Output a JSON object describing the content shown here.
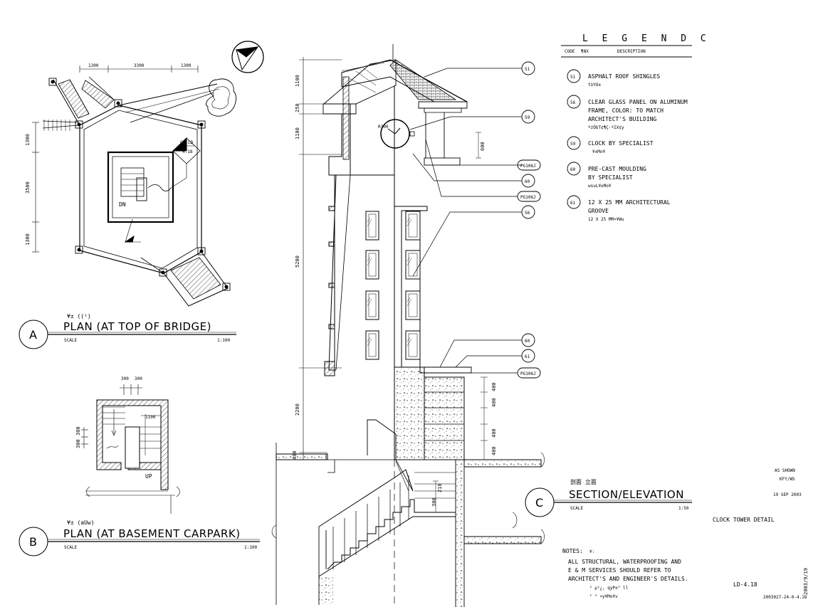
{
  "legend": {
    "title": "L E G E N D    C",
    "col_code": "CODE",
    "col_code2": "¶NX",
    "col_desc": "DESCRIPTION",
    "items": [
      {
        "code": "51",
        "lines": [
          "ASPHALT ROOF SHINGLES",
          "tòYO±"
        ]
      },
      {
        "code": "56",
        "lines": [
          "CLEAR GLASS PANEL ON ALUMINUM",
          "FRAME, COLOR: TO MATCH",
          "ARCHITECT'S BUILDING",
          "ºżÒbT¢¶Ç·ºIX¢y"
        ]
      },
      {
        "code": "59",
        "lines": [
          "CLOCK BY SPECIALIST",
          "¥±Mo¥"
        ]
      },
      {
        "code": "60",
        "lines": [
          "PRE-CAST MOULDING",
          "BY SPECIALIST",
          "wsuL¥±Mo¥"
        ]
      },
      {
        "code": "61",
        "lines": [
          "12 X 25 MM ARCHITECTURAL",
          "GROOVE",
          "12 X 25 MM¤¥Wu"
        ]
      }
    ]
  },
  "planA": {
    "bubble": "A",
    "sub": "¥± ((¹)",
    "title": "PLAN (AT TOP OF BRIDGE)",
    "scale_label": "SCALE",
    "scale": "1:100",
    "dims_top": [
      "1300",
      "3300",
      "1300"
    ],
    "dims_left": [
      "1300",
      "3500",
      "1300"
    ],
    "tag_top": "C",
    "tag_mid": "LD",
    "tag_bot": "4.18",
    "dn": "DN"
  },
  "planB": {
    "bubble": "B",
    "sub": "¥± (aUw)",
    "title": "PLAN (AT BASEMENT CARPARK)",
    "scale_label": "SCALE",
    "scale": "1:100",
    "dims_top": [
      "300",
      "300"
    ],
    "dim_1100": "1100",
    "dims_left": [
      "300",
      "300"
    ],
    "up": "UP"
  },
  "section": {
    "bubble": "C",
    "sub": "剖面  立面",
    "title": "SECTION/ELEVATION",
    "scale_label": "SCALE",
    "scale": "1:50",
    "dims_left": [
      "1100",
      "250",
      "1100",
      "5200",
      "2200",
      "400"
    ],
    "dims_right": [
      "400",
      "400",
      "400",
      "400"
    ],
    "dim_600": "600",
    "dim_210": "210",
    "dim_300": "300",
    "clock_label": "R300",
    "callouts": [
      "51",
      "59",
      "PG106J",
      "60",
      "PG106J",
      "56",
      "60",
      "61",
      "PG106J"
    ]
  },
  "notes": {
    "title": "NOTES:",
    "suffix": "¥:",
    "lines": [
      "ALL STRUCTURAL, WATERPROOFING AND",
      "E & M SERVICES SHOULD REFER TO",
      "ARCHITECT'S AND ENGINEER'S DETAILS."
    ],
    "garbled": [
      "² µ²¿, qyP±° ll",
      "° ° ¤y¥Mo¥v"
    ]
  },
  "titleblock": {
    "as_shown": "AS SHOWN",
    "initials": "KFY/WS",
    "date": "19 SEP 2003",
    "drawing_title": "CLOCK TOWER DETAIL",
    "drawing_no": "LD-4.18",
    "ref": "2003027-24-0-4.18",
    "ref2": "2003/9/19"
  }
}
